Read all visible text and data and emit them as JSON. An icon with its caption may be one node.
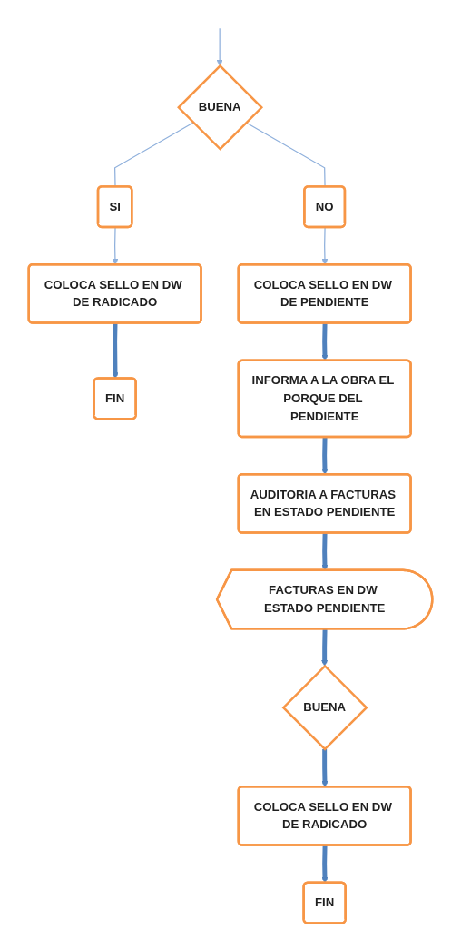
{
  "diagram": {
    "nodes": [
      {
        "text": [
          "BUENA"
        ]
      },
      {
        "text": [
          "SI"
        ]
      },
      {
        "text": [
          "NO"
        ]
      },
      {
        "text": [
          "COLOCA SELLO EN DW DE RADICADO"
        ]
      },
      {
        "text": [
          "FIN"
        ]
      },
      {
        "text": [
          "COLOCA SELLO EN DW DE PENDIENTE"
        ]
      },
      {
        "text": [
          "INFORMA A LA OBRA EL PORQUE DEL PENDIENTE"
        ]
      },
      {
        "text": [
          "AUDITORIA A FACTURAS EN ESTADO PENDIENTE"
        ]
      },
      {
        "text": [
          "FACTURAS EN DW ESTADO PENDIENTE"
        ]
      },
      {
        "text": [
          "BUENA"
        ]
      },
      {
        "text": [
          "COLOCA SELLO EN DW DE RADICADO"
        ]
      },
      {
        "text": [
          "FIN"
        ]
      }
    ],
    "edges": [
      {
        "from": null,
        "to": 0,
        "arrow": "to",
        "color": "#8fb0dc"
      },
      {
        "from": 0,
        "to": 1,
        "arrow": "none",
        "color": "#8fb0dc"
      },
      {
        "from": 0,
        "to": 2,
        "arrow": "none",
        "color": "#8fb0dc"
      },
      {
        "from": 1,
        "to": 3,
        "arrow": "to",
        "color": "#8fb0dc"
      },
      {
        "from": 3,
        "to": 4,
        "arrow": "to"
      },
      {
        "from": 2,
        "to": 5,
        "arrow": "to",
        "color": "#8fb0dc"
      },
      {
        "from": 5,
        "to": 6,
        "arrow": "to"
      },
      {
        "from": 6,
        "to": 7,
        "arrow": "to"
      },
      {
        "from": 7,
        "to": 8,
        "arrow": "to"
      },
      {
        "from": 8,
        "to": 9,
        "arrow": "to"
      },
      {
        "from": 9,
        "to": 10,
        "arrow": "to"
      },
      {
        "from": 10,
        "to": 11,
        "arrow": "to"
      }
    ]
  }
}
